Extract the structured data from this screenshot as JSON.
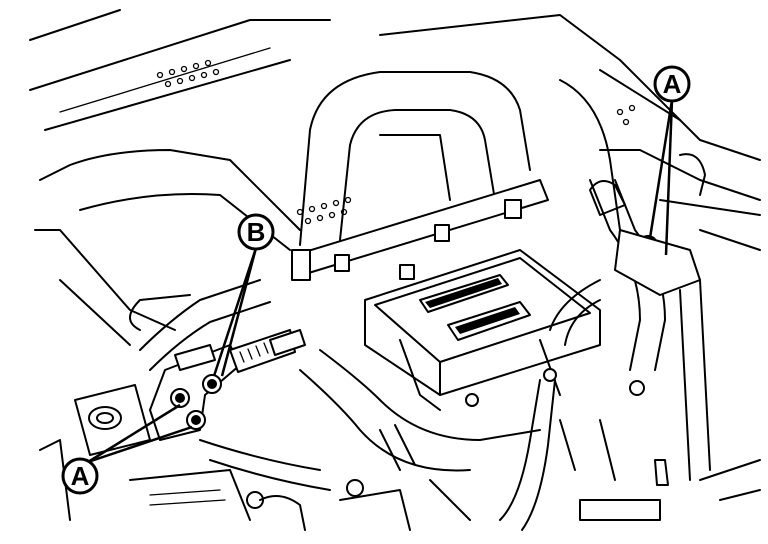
{
  "callouts": {
    "a_top": {
      "label": "A"
    },
    "b": {
      "label": "B"
    },
    "a_bottom": {
      "label": "A"
    }
  },
  "colors": {
    "line": "#000000",
    "background": "#ffffff"
  }
}
